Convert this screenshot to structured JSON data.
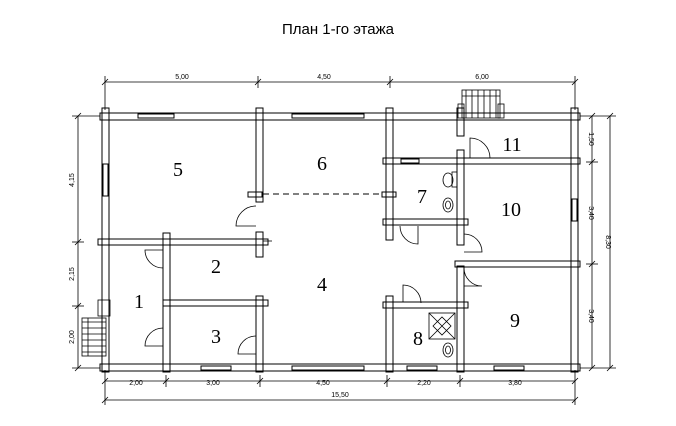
{
  "title": "План 1-го этажа",
  "dimensions": {
    "top": [
      "5,00",
      "4,50",
      "6,00"
    ],
    "bottom": [
      "2,00",
      "3,00",
      "4,50",
      "2,20",
      "3,80"
    ],
    "total": "15,50",
    "left": [
      "4,15",
      "2,15",
      "2,00"
    ],
    "right_inner": [
      "1,50",
      "3,40",
      "3,40"
    ],
    "right_total": "8,30"
  },
  "rooms": [
    "1",
    "2",
    "3",
    "4",
    "5",
    "6",
    "7",
    "8",
    "9",
    "10",
    "11"
  ]
}
